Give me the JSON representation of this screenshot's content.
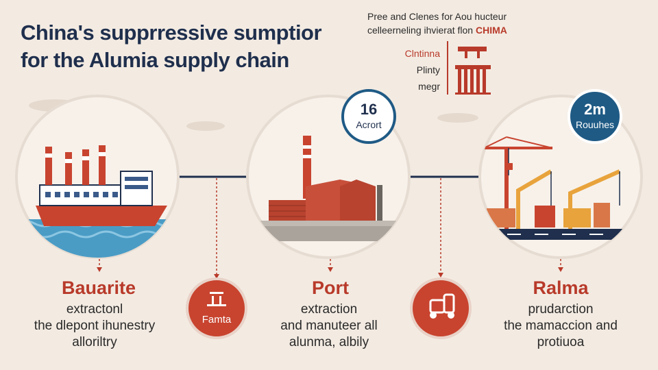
{
  "title": {
    "line1": "China's supprressive sumptior",
    "line2": "for the Alumia supply chain"
  },
  "subtitle": {
    "line1": "Pree and Clenes for Aou hucteur",
    "line2_prefix": "celleerneling ihvierat flon ",
    "line2_highlight": "CHIMA"
  },
  "side_labels": [
    "Clntinna",
    "Plinty",
    "megr"
  ],
  "badges": [
    {
      "value": "16",
      "label": "Acrort"
    },
    {
      "value": "2m",
      "label": "Rouuhes"
    }
  ],
  "stages": [
    {
      "title": "Bauarite",
      "desc": [
        "extractonl",
        "the dlepont ihunestry",
        "alloriltry"
      ]
    },
    {
      "title": "Port",
      "desc": [
        "extraction",
        "and manuteer all",
        "alunma, albily"
      ]
    },
    {
      "title": "Ralma",
      "desc": [
        "prudarction",
        "the mamaccion and",
        "protiuoa"
      ]
    }
  ],
  "connector_icons": [
    {
      "name": "port-icon",
      "label": "Famta"
    },
    {
      "name": "truck-icon",
      "label": ""
    }
  ],
  "colors": {
    "background": "#f3ebe2",
    "navy": "#1f2f4d",
    "accent_red": "#b83a2a",
    "water": "#4a9cc5",
    "crane": "#e8a33c"
  }
}
